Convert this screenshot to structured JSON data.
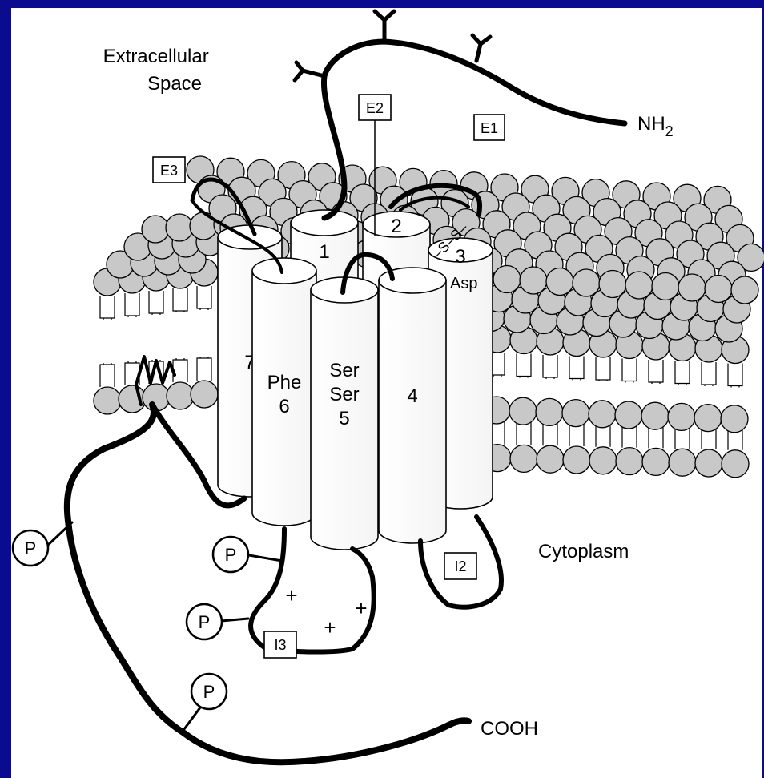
{
  "colors": {
    "frame": "#0b0b8f",
    "background": "#ffffff",
    "head_fill": "#c8c8c8",
    "ink": "#000000"
  },
  "labels": {
    "extracellular": "Extracellular\nSpace",
    "cytoplasm": "Cytoplasm",
    "nh2": "NH",
    "nh2_sub": "2",
    "cooh": "COOH",
    "e1": "E1",
    "e2": "E2",
    "e3": "E3",
    "i2": "I2",
    "i3": "I3",
    "ss": "–S–S–",
    "asp": "Asp"
  },
  "helices": [
    {
      "id": "1",
      "lines": [
        "1"
      ]
    },
    {
      "id": "2",
      "lines": [
        "2"
      ]
    },
    {
      "id": "3",
      "lines": [
        "3"
      ]
    },
    {
      "id": "4",
      "lines": [
        "4"
      ]
    },
    {
      "id": "5",
      "lines": [
        "Ser",
        "Ser",
        "5"
      ]
    },
    {
      "id": "6",
      "lines": [
        "Phe",
        "6"
      ]
    },
    {
      "id": "7",
      "lines": [
        "7"
      ]
    }
  ],
  "phosphate_label": "P",
  "charge_label": "+"
}
